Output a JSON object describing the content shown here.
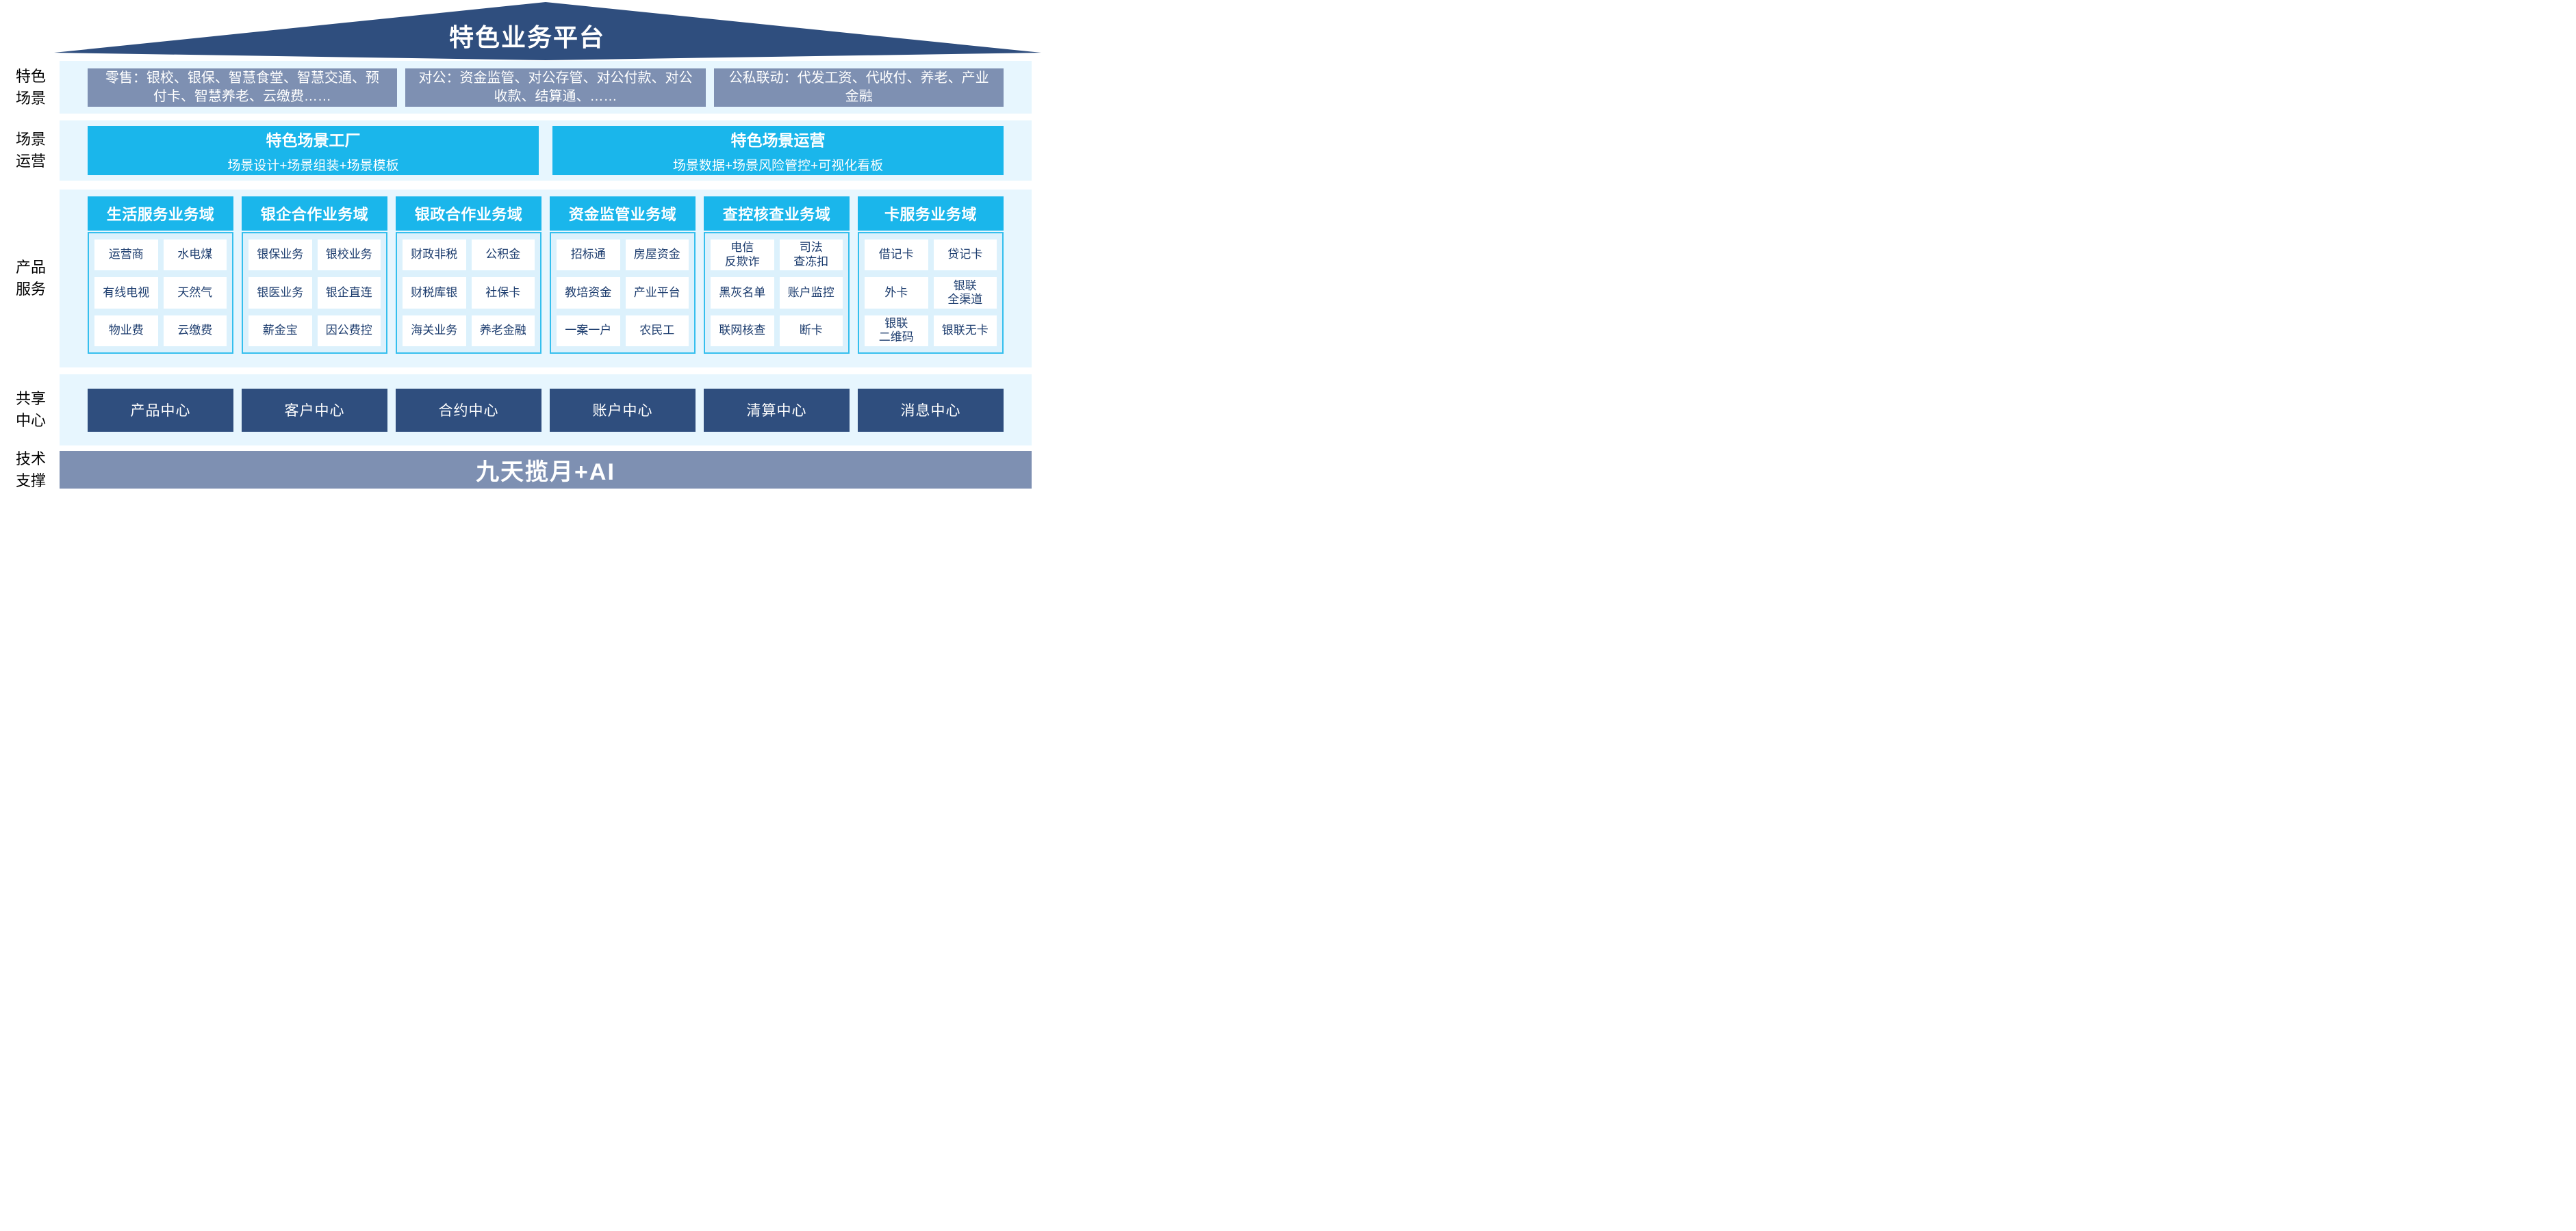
{
  "roof": {
    "title": "特色业务平台"
  },
  "side_labels": [
    "特色\n场景",
    "场景\n运营",
    "产品\n服务",
    "共享\n中心",
    "技术\n支撑"
  ],
  "scene_boxes": [
    "零售：银校、银保、智慧食堂、智慧交通、预付卡、智慧养老、云缴费……",
    "对公：资金监管、对公存管、对公付款、对公收款、结算通、……",
    "公私联动：代发工资、代收付、养老、产业金融"
  ],
  "operation_boxes": [
    {
      "title": "特色场景工厂",
      "subtitle": "场景设计+场景组装+场景模板"
    },
    {
      "title": "特色场景运营",
      "subtitle": "场景数据+场景风险管控+可视化看板"
    }
  ],
  "product_columns": [
    {
      "header": "生活服务业务域",
      "cells": [
        "运营商",
        "水电煤",
        "有线电视",
        "天然气",
        "物业费",
        "云缴费"
      ]
    },
    {
      "header": "银企合作业务域",
      "cells": [
        "银保业务",
        "银校业务",
        "银医业务",
        "银企直连",
        "薪金宝",
        "因公费控"
      ]
    },
    {
      "header": "银政合作业务域",
      "cells": [
        "财政非税",
        "公积金",
        "财税库银",
        "社保卡",
        "海关业务",
        "养老金融"
      ]
    },
    {
      "header": "资金监管业务域",
      "cells": [
        "招标通",
        "房屋资金",
        "教培资金",
        "产业平台",
        "一案一户",
        "农民工"
      ]
    },
    {
      "header": "查控核查业务域",
      "cells": [
        "电信\n反欺诈",
        "司法\n查冻扣",
        "黑灰名单",
        "账户监控",
        "联网核查",
        "断卡"
      ]
    },
    {
      "header": "卡服务业务域",
      "cells": [
        "借记卡",
        "贷记卡",
        "外卡",
        "银联\n全渠道",
        "银联\n二维码",
        "银联无卡"
      ]
    }
  ],
  "shared_centers": [
    "产品中心",
    "客户中心",
    "合约中心",
    "账户中心",
    "清算中心",
    "消息中心"
  ],
  "tech_bar": "九天揽月+AI",
  "colors": {
    "roof_navy": "#2F4E7E",
    "scene_slate": "#7E90B2",
    "cyan": "#1AB6EB",
    "cyan_border": "#35BFEE",
    "band_bg": "#E7F6FE",
    "column_body_bg": "#DCF1FC",
    "cell_text_navy": "#1C3C6E",
    "shared_navy": "#2F4E7E",
    "tech_slate": "#7E90B2"
  }
}
